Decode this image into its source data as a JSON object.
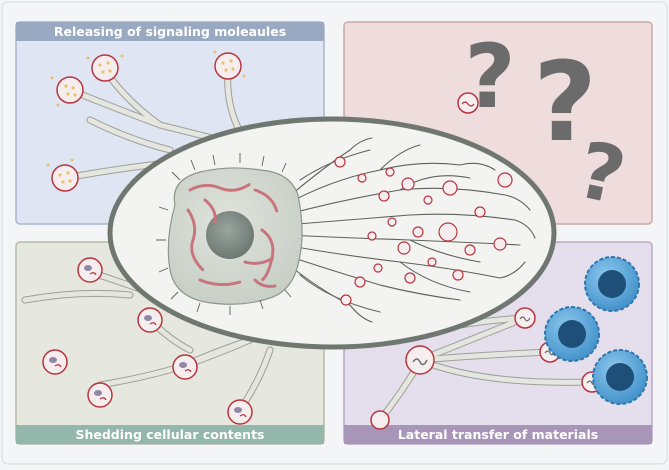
{
  "panels": {
    "top_left": {
      "label": "Releasing of signaling moleaules",
      "bg": "#dfe5f3",
      "border": "#a9b6cc",
      "bar": "#9aa9c2"
    },
    "top_right": {
      "label": "",
      "bg": "#efdcdc",
      "border": "#c9aaaa"
    },
    "bottom_left": {
      "label": "Shedding cellular contents",
      "bg": "#e6e8df",
      "border": "#b5bba7",
      "bar": "#93b8ab"
    },
    "bottom_right": {
      "label": "Lateral transfer of materials",
      "bg": "#e5dfed",
      "border": "#b9a9c9",
      "bar": "#a796b8"
    }
  },
  "colors": {
    "process": "#e2e3dc",
    "process_stroke": "#9b9f96",
    "vesicle_stroke": "#b8353f",
    "vesicle_fill": "#f7efef",
    "nucleus": "#7f8a86",
    "cell_body": "#d5dbd3",
    "ellipse_border": "#6f7770",
    "question_mark": "#6b6b6b",
    "recipient_cell": "#5aa7d8",
    "recipient_nucleus": "#1e4f78"
  },
  "icons": [
    "question-mark-icon",
    "vesicle-icon",
    "recipient-cell-icon",
    "nucleus-icon"
  ]
}
